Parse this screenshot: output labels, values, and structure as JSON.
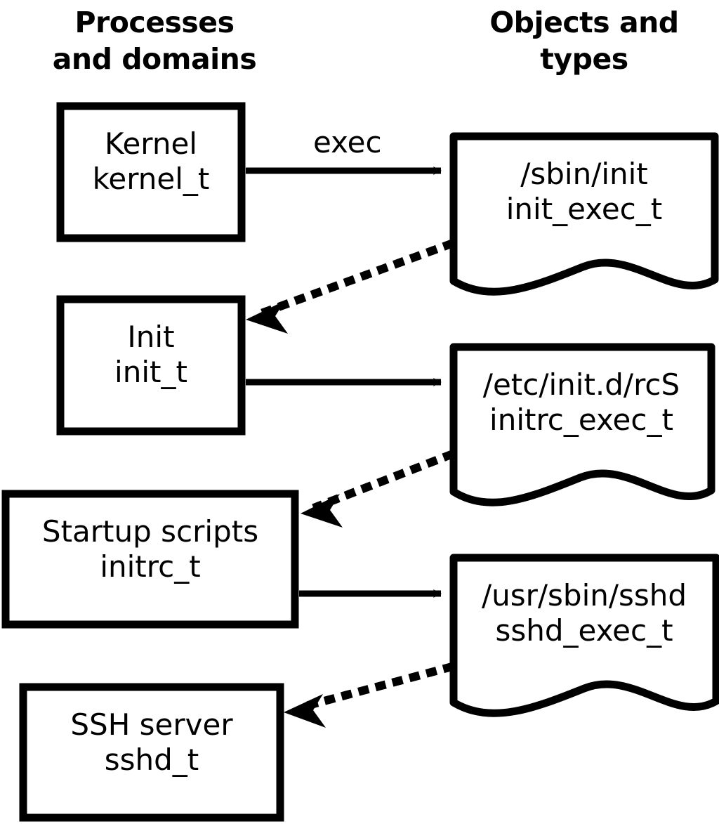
{
  "diagram": {
    "title_left": "Processes\nand domains",
    "title_right": "Objects and\ntypes",
    "stroke_color": "#000000",
    "background_color": "#ffffff",
    "fill_color": "#ffffff"
  },
  "processes": [
    {
      "id": "kernel",
      "name": "Kernel",
      "type": "kernel_t",
      "label": "Kernel\nkernel_t"
    },
    {
      "id": "init",
      "name": "Init",
      "type": "init_t",
      "label": "Init\ninit_t"
    },
    {
      "id": "initrc",
      "name": "Startup scripts",
      "type": "initrc_t",
      "label": "Startup scripts\ninitrc_t"
    },
    {
      "id": "sshd",
      "name": "SSH server",
      "type": "sshd_t",
      "label": "SSH server\nsshd_t"
    }
  ],
  "objects": [
    {
      "id": "init_exec",
      "path": "/sbin/init",
      "type": "init_exec_t",
      "label": "/sbin/init\ninit_exec_t"
    },
    {
      "id": "initrc_exec",
      "path": "/etc/init.d/rcS",
      "type": "initrc_exec_t",
      "label": "/etc/init.d/rcS\ninitrc_exec_t"
    },
    {
      "id": "sshd_exec",
      "path": "/usr/sbin/sshd",
      "type": "sshd_exec_t",
      "label": "/usr/sbin/sshd\nsshd_exec_t"
    }
  ],
  "edges": [
    {
      "id": "exec-kernel-init",
      "from": "kernel",
      "to": "init_exec",
      "label": "exec",
      "style": "solid"
    },
    {
      "id": "trans-init",
      "from": "init_exec",
      "to": "init",
      "label": "",
      "style": "dotted"
    },
    {
      "id": "exec-init-initrc",
      "from": "init",
      "to": "initrc_exec",
      "label": "",
      "style": "solid"
    },
    {
      "id": "trans-initrc",
      "from": "initrc_exec",
      "to": "initrc",
      "label": "",
      "style": "dotted"
    },
    {
      "id": "exec-initrc-sshd",
      "from": "initrc",
      "to": "sshd_exec",
      "label": "",
      "style": "solid"
    },
    {
      "id": "trans-sshd",
      "from": "sshd_exec",
      "to": "sshd",
      "label": "",
      "style": "dotted"
    }
  ]
}
